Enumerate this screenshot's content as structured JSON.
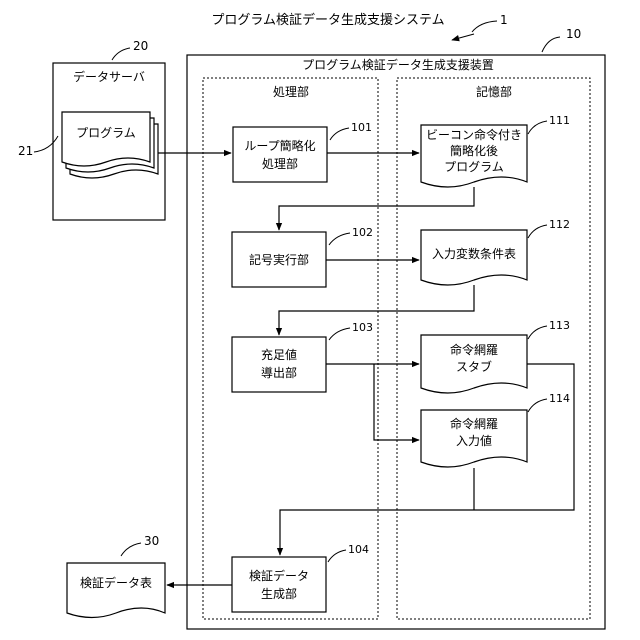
{
  "title": "プログラム検証データ生成支援システム",
  "refs": {
    "system": "1",
    "device": "10",
    "server": "20",
    "program": "21",
    "table": "30",
    "loop": "101",
    "symbolic": "102",
    "condition": "103",
    "generator": "104",
    "beacon": "111",
    "input_table": "112",
    "stub": "113",
    "input_value": "114"
  },
  "device_label": "プログラム検証データ生成支援装置",
  "server_label": "データサーバ",
  "program_label": "プログラム",
  "processing_label": "処理部",
  "storage_label": "記憶部",
  "units": {
    "loop": [
      "ループ簡略化",
      "処理部"
    ],
    "symbolic": [
      "記号実行部"
    ],
    "condition": [
      "充足値",
      "導出部"
    ],
    "generator": [
      "検証データ",
      "生成部"
    ]
  },
  "docs": {
    "beacon": [
      "ビーコン命令付き",
      "簡略化後",
      "プログラム"
    ],
    "input_table": [
      "入力変数条件表"
    ],
    "stub": [
      "命令網羅",
      "スタブ"
    ],
    "input_value": [
      "命令網羅",
      "入力値"
    ],
    "table": [
      "検証データ表"
    ]
  }
}
